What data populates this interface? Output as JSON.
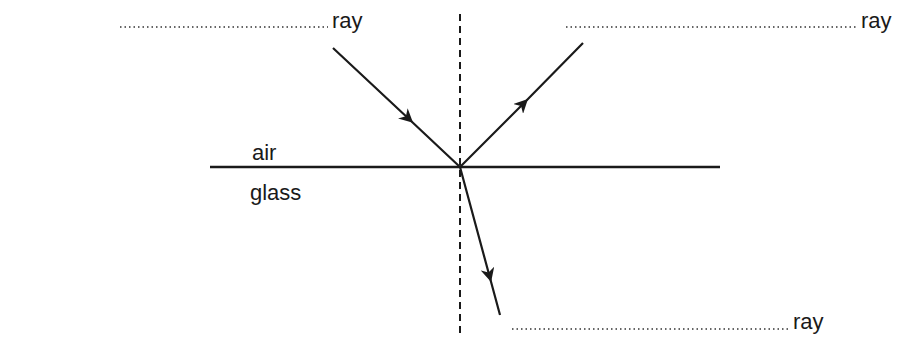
{
  "diagram": {
    "labels": [
      "ray",
      "ray",
      "air",
      "glass",
      "ray"
    ]
  }
}
